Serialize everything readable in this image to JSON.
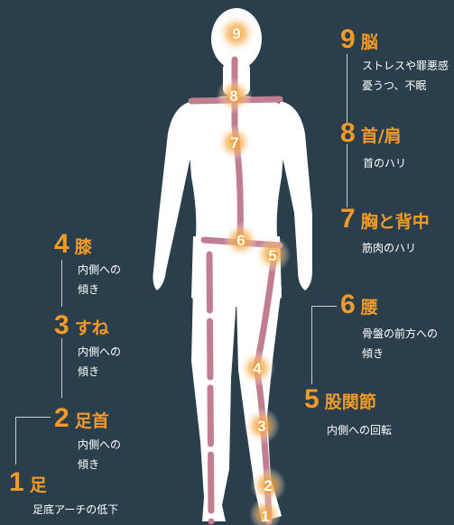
{
  "points": [
    {
      "number": "1",
      "title": "足",
      "desc": "足底アーチの低下"
    },
    {
      "number": "2",
      "title": "足首",
      "desc": "内側への\n傾き"
    },
    {
      "number": "3",
      "title": "すね",
      "desc": "内側への\n傾き"
    },
    {
      "number": "4",
      "title": "膝",
      "desc": "内側への\n傾き"
    },
    {
      "number": "5",
      "title": "股関節",
      "desc": "内側への回転"
    },
    {
      "number": "6",
      "title": "腰",
      "desc": "骨盤の前方への\n傾き"
    },
    {
      "number": "7",
      "title": "胸と背中",
      "desc": "筋肉のハリ"
    },
    {
      "number": "8",
      "title": "首/肩",
      "desc": "首のハリ"
    },
    {
      "number": "9",
      "title": "脳",
      "desc": "ストレスや罪悪感\n憂うつ、不眠"
    }
  ],
  "colors": {
    "background": "#2a3f4b",
    "accent": "#f39a28",
    "body": "#ffffff",
    "alignment_line": "#c27e91",
    "glow": "#f6a94a"
  }
}
